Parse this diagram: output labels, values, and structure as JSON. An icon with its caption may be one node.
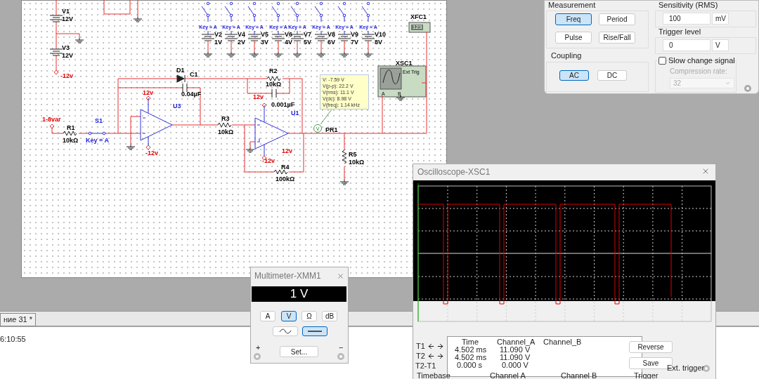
{
  "diagram": {
    "nodes": [
      {
        "text": [
          "V: -7.59 V",
          "V(p-p): 22.2 V",
          "V(rms): 11.1 V",
          "V(dc): 8.98 V",
          "V(freq): 1.14 kHz"
        ]
      },
      {
        "text": [
          "V"
        ]
      }
    ],
    "edges": [
      {
        "from": 0,
        "to": 1,
        "arrow": "none"
      }
    ],
    "labels": [
      "V1",
      "12V",
      "V3",
      "12V",
      "-12v",
      "Key = A",
      "Key = A",
      "Key = A",
      "Key = A",
      "Key = A",
      "Key = A",
      "Key = A",
      "Key = A",
      "V2",
      "1V",
      "V4",
      "2V",
      "V5",
      "3V",
      "V6",
      "4V",
      "V7",
      "5V",
      "V8",
      "6V",
      "V9",
      "7V",
      "V10",
      "8V",
      "XFC1",
      "123",
      "XSC1",
      "A",
      "B",
      "Ext Trig",
      "D1",
      "C1",
      "0.04µF",
      "R2",
      "10kΩ",
      "0.001µF",
      "12v",
      "U3",
      "1-8var",
      "R1",
      "10kΩ",
      "S1",
      "Key = A",
      "-12v",
      "R3",
      "10kΩ",
      "12v",
      "U1",
      "PR1",
      "12v",
      "-12v",
      "R4",
      "100kΩ",
      "R5",
      "10kΩ",
      "Measurement",
      "Freq",
      "Period",
      "Pulse",
      "Rise/Fall",
      "Sensitivity (RMS)",
      "100",
      "mV",
      "Trigger level",
      "0",
      "V",
      "Coupling",
      "AC",
      "DC",
      "Slow change signal",
      "Compression rate:",
      "32",
      "Multimeter-XMM1",
      "1 V",
      "A",
      "V",
      "Ω",
      "dB",
      "+",
      "Set...",
      "−",
      "Oscilloscope-XSC1",
      "T1",
      "Time",
      "Channel_A",
      "Channel_B",
      "T2",
      "4.502 ms",
      "11.090 V",
      "T2-T1",
      "4.502 ms",
      "11.090 V",
      "0.000 s",
      "0.000 V",
      "Reverse",
      "Save",
      "Ext. trigger",
      "Timebase",
      "Channel A",
      "Channel B",
      "Trigger",
      "ние 31 *",
      "6:10:55"
    ]
  }
}
